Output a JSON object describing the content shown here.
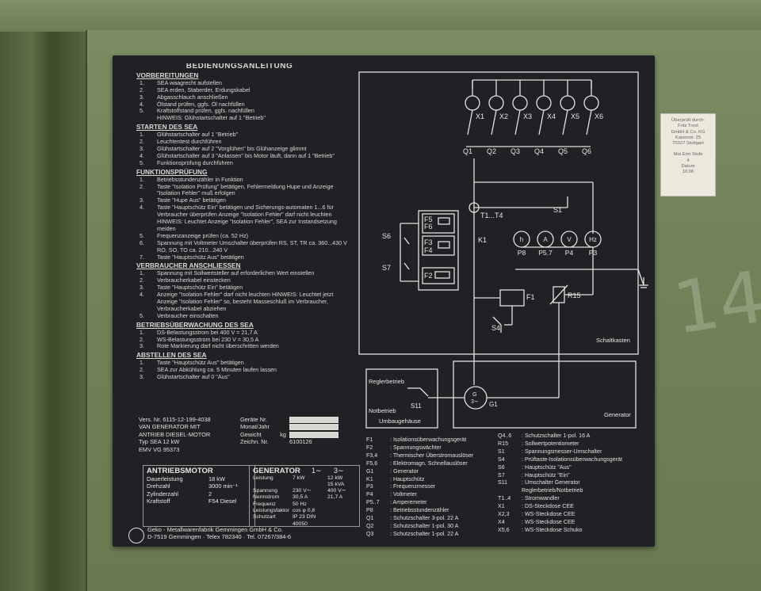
{
  "instructions": {
    "title": "BEDIENUNGSANLEITUNG",
    "sections": [
      {
        "heading": "VORBEREITUNGEN",
        "steps": [
          {
            "n": "1.",
            "text": "SEA waagrecht aufstellen"
          },
          {
            "n": "2.",
            "text": "SEA erden, Staberder, Erdungskabel"
          },
          {
            "n": "3.",
            "text": "Abgasschlauch anschließen"
          },
          {
            "n": "4.",
            "text": "Ölstand prüfen, ggfs. Öl nachfüllen"
          },
          {
            "n": "5.",
            "text": "Kraftstoffstand prüfen, ggfs. nachfüllen"
          },
          {
            "n": "",
            "text": "HINWEIS: Glühstartschalter auf 1 \"Betrieb\""
          }
        ]
      },
      {
        "heading": "STARTEN DES SEA",
        "steps": [
          {
            "n": "1.",
            "text": "Glühstartschalter auf 1 \"Betrieb\""
          },
          {
            "n": "2.",
            "text": "Leuchtentest durchführen"
          },
          {
            "n": "3.",
            "text": "Glühstartschalter auf 2 \"Vorglühen\" bis Glühanzeige glimmt"
          },
          {
            "n": "4.",
            "text": "Glühstartschalter auf 3 \"Anlassen\" bis Motor läuft, dann auf 1 \"Betrieb\""
          },
          {
            "n": "5.",
            "text": "Funktionsprüfung durchführen"
          }
        ]
      },
      {
        "heading": "FUNKTIONSPRÜFUNG",
        "steps": [
          {
            "n": "1.",
            "text": "Betriebsstundenzähler in Funktion"
          },
          {
            "n": "2.",
            "text": "Taste \"Isolation Prüfung\" betätigen, Fehlermeldung Hupe und Anzeige \"Isolation Fehler\" muß erfolgen"
          },
          {
            "n": "3.",
            "text": "Taste \"Hupe Aus\" betätigen"
          },
          {
            "n": "4.",
            "text": "Taste \"Hauptschütz Ein\" betätigen und Sicherungs-automaten 1...6 für Verbraucher überprüfen Anzeige \"Isolation Fehler\" darf nicht leuchten HINWEIS: Leuchtet Anzeige \"Isolation Fehler\", SEA zur Instandsetzung meiden"
          },
          {
            "n": "5.",
            "text": "Frequenzanzeige prüfen (ca. 52 Hz)"
          },
          {
            "n": "6.",
            "text": "Spannung mit Voltmeter Umschalter überprüfen RS, ST, TR ca. 360...430 V RO, SO, TO ca. 210...240 V"
          },
          {
            "n": "7.",
            "text": "Taste \"Hauptschütz Aus\" betätigen"
          }
        ]
      },
      {
        "heading": "VERBRAUCHER ANSCHLIESSEN",
        "steps": [
          {
            "n": "1.",
            "text": "Spannung mit Sollwertsteller auf erforderlichen Wert einstellen"
          },
          {
            "n": "2.",
            "text": "Verbraucherkabel einstecken"
          },
          {
            "n": "3.",
            "text": "Taste \"Hauptschütz Ein\" betätigen"
          },
          {
            "n": "4.",
            "text": "Anzeige \"Isolation Fehler\" darf nicht leuchten HINWEIS: Leuchtet jetzt Anzeige \"Isolation Fehler\" so, besteht Masseschluß im Verbraucher, Verbraucherkabel abziehen"
          },
          {
            "n": "5.",
            "text": "Verbraucher einschalten"
          }
        ]
      },
      {
        "heading": "BETRIEBSÜBERWACHUNG DES SEA",
        "steps": [
          {
            "n": "1.",
            "text": "DS-Belastungsstrom bei 400 V = 21,7 A"
          },
          {
            "n": "2.",
            "text": "WS-Belastungsstrom bei 230 V = 30,5 A"
          },
          {
            "n": "3.",
            "text": "Rote Markierung darf nicht überschritten werden"
          }
        ]
      },
      {
        "heading": "ABSTELLEN DES SEA",
        "steps": [
          {
            "n": "1.",
            "text": "Taste \"Hauptschütz Aus\" betätigen"
          },
          {
            "n": "2.",
            "text": "SEA zur Abkühlung ca. 5 Minuten laufen lassen"
          },
          {
            "n": "3.",
            "text": "Glühstartschalter auf 0 \"Aus\""
          }
        ]
      }
    ]
  },
  "spec": {
    "vers": "Vers. Nr. 6115-12-199-4038",
    "line2": "VAN GENERATOR MIT",
    "line3": "ANTRIEB DIESEL-MOTOR",
    "line4": "Typ SEA 12 kW",
    "line5": "EMV VG 95373",
    "geraete": "Geräte Nr.",
    "monat": "Monat/Jahr",
    "gewicht": "Gewicht",
    "kg": "kg",
    "zeichn": "Zeichn. Nr.",
    "zeichn_val": "6100126"
  },
  "motor": {
    "title": "ANTRIEBSMOTOR",
    "rows": [
      {
        "k": "Dauerleistung",
        "v": "18 kW"
      },
      {
        "k": "Drehzahl",
        "v": "3000 min⁻¹"
      },
      {
        "k": "Zylinderzahl",
        "v": "2"
      },
      {
        "k": "Kraftstoff",
        "v": "F54 Diesel"
      }
    ]
  },
  "generator": {
    "title": "GENERATOR",
    "col1": "1∼",
    "col2": "3∼",
    "rows": [
      {
        "k": "Leistung",
        "a": "7 kW",
        "b": "12 kW"
      },
      {
        "k": "",
        "a": "",
        "b": "15 kVA"
      },
      {
        "k": "Spannung",
        "a": "230 V∼",
        "b": "400 V∼"
      },
      {
        "k": "Nennstrom",
        "a": "30,5 A",
        "b": "21,7 A"
      },
      {
        "k": "Frequenz",
        "a": "50 Hz",
        "b": ""
      },
      {
        "k": "Leistungsfaktor",
        "a": "cos φ 0,8",
        "b": ""
      },
      {
        "k": "Schutzart",
        "a": "IP 23 DIN 40050",
        "b": ""
      }
    ]
  },
  "footer": {
    "line1": "Geko - Metallwarenfabrik Gemmingen GmbH & Co.",
    "line2": "D-7519 Gemmingen · Telex 782340 · Tel. 07267/384-6"
  },
  "legend_left": [
    {
      "k": "F1",
      "v": ": Isolationsüberwachungsgerät"
    },
    {
      "k": "F2",
      "v": ": Spannungswächter"
    },
    {
      "k": "F3,4",
      "v": ": Thermischer Überstromauslöser"
    },
    {
      "k": "F5,6",
      "v": ": Elektromagn. Schnellauslöser"
    },
    {
      "k": "G1",
      "v": ": Generator"
    },
    {
      "k": "K1",
      "v": ": Hauptschütz"
    },
    {
      "k": "P3",
      "v": ": Frequenzmesser"
    },
    {
      "k": "P4",
      "v": ": Voltmeter"
    },
    {
      "k": "P5..7",
      "v": ": Amperemeter"
    },
    {
      "k": "P8",
      "v": ": Betriebsstundenzähler"
    },
    {
      "k": "Q1",
      "v": ": Schutzschalter 3-pol. 22 A"
    },
    {
      "k": "Q2",
      "v": ": Schutzschalter 1-pol. 30 A"
    },
    {
      "k": "Q3",
      "v": ": Schutzschalter 1-pol. 22 A"
    }
  ],
  "legend_right": [
    {
      "k": "Q4..6",
      "v": ": Schutzschalter 1-pol. 16 A"
    },
    {
      "k": "R15",
      "v": ": Sollwertpotentiometer"
    },
    {
      "k": "S1",
      "v": ": Spannungsmesser-Umschalter"
    },
    {
      "k": "S4",
      "v": ": Prüftaste-Isolationsüberwachungsgerät"
    },
    {
      "k": "S6",
      "v": ": Hauptschütz \"Aus\""
    },
    {
      "k": "S7",
      "v": ": Hauptschütz \"Ein\""
    },
    {
      "k": "S11",
      "v": ": Umschalter Generator"
    },
    {
      "k": "",
      "v": "Reglerbetrieb/Notbetrieb"
    },
    {
      "k": "T1..4",
      "v": ": Stromwandler"
    },
    {
      "k": "X1",
      "v": ": DS-Steckdose CEE"
    },
    {
      "k": "X2,3",
      "v": ": WS-Steckdose CEE"
    },
    {
      "k": "X4",
      "v": ": WS-Steckdose CEE"
    },
    {
      "k": "X5,6",
      "v": ": WS-Steckdose Schuko"
    }
  ],
  "diagram": {
    "sockets": [
      "X1",
      "X2",
      "X3",
      "X4",
      "X5",
      "X6"
    ],
    "breakers": [
      "Q1",
      "Q2",
      "Q3",
      "Q4",
      "Q5",
      "Q6"
    ],
    "meters": [
      {
        "sym": "h",
        "label": "P8"
      },
      {
        "sym": "A",
        "label": "P5.7"
      },
      {
        "sym": "V",
        "label": "P4"
      },
      {
        "sym": "Hz",
        "label": "P3"
      }
    ],
    "t1t4": "T1...T4",
    "s1": "S1",
    "s6": "S6",
    "s7": "S7",
    "k1": "K1",
    "f5": "F5",
    "f6": "F6",
    "f3": "F3",
    "f4": "F4",
    "f2": "F2",
    "f1": "F1",
    "r15": "R15",
    "s4": "S4",
    "schaltkasten": "Schaltkasten",
    "reglerbetrieb": "Reglerbetrieb",
    "notbetrieb": "Notbetrieb",
    "s11": "S11",
    "umbaugehaeuse": "Umbaugehäuse",
    "g1": "G1",
    "g_sym": "G",
    "g_phase": "3∼",
    "generator": "Generator"
  },
  "sticker": {
    "lines": [
      "Überprüft durch:",
      "Fritz Trost",
      "GmbH & Co. KG",
      "Kaiserstr. 25",
      "70327 Stuttgart",
      "",
      "Mat Erm Stufe",
      "4",
      "Datum",
      "10.06"
    ]
  },
  "colors": {
    "panel": "#1f2125",
    "text": "#e0e0dc",
    "cabinet": "#6b7c55"
  }
}
